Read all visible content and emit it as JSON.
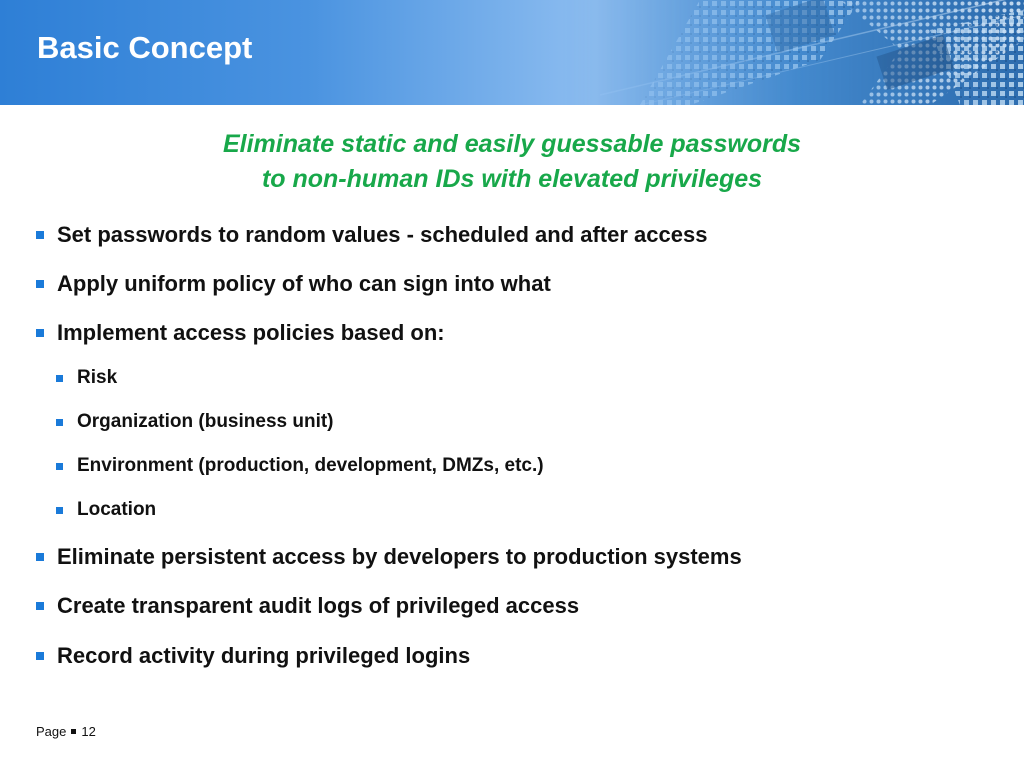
{
  "header": {
    "title": "Basic Concept",
    "image": "circuit-board-photo"
  },
  "subtitle": {
    "line1": "Eliminate static and easily guessable passwords",
    "line2": "to non-human IDs with elevated privileges"
  },
  "bullets": [
    {
      "level": 1,
      "text": "Set passwords to random values - scheduled and after access"
    },
    {
      "level": 1,
      "text": "Apply uniform policy of who can sign into what"
    },
    {
      "level": 1,
      "text": "Implement access policies based on:"
    },
    {
      "level": 2,
      "text": "Risk"
    },
    {
      "level": 2,
      "text": "Organization (business unit)"
    },
    {
      "level": 2,
      "text": "Environment (production, development, DMZs, etc.)"
    },
    {
      "level": 2,
      "text": "Location"
    },
    {
      "level": 1,
      "text": "Eliminate persistent access by developers to production systems"
    },
    {
      "level": 1,
      "text": "Create transparent audit logs of privileged access"
    },
    {
      "level": 1,
      "text": "Record activity during privileged logins"
    }
  ],
  "footer": {
    "label": "Page",
    "number": "12"
  },
  "colors": {
    "header_blue": "#2e7fd6",
    "subtitle_green": "#18a84a",
    "bullet_blue": "#1a7ad9",
    "text": "#111111"
  }
}
